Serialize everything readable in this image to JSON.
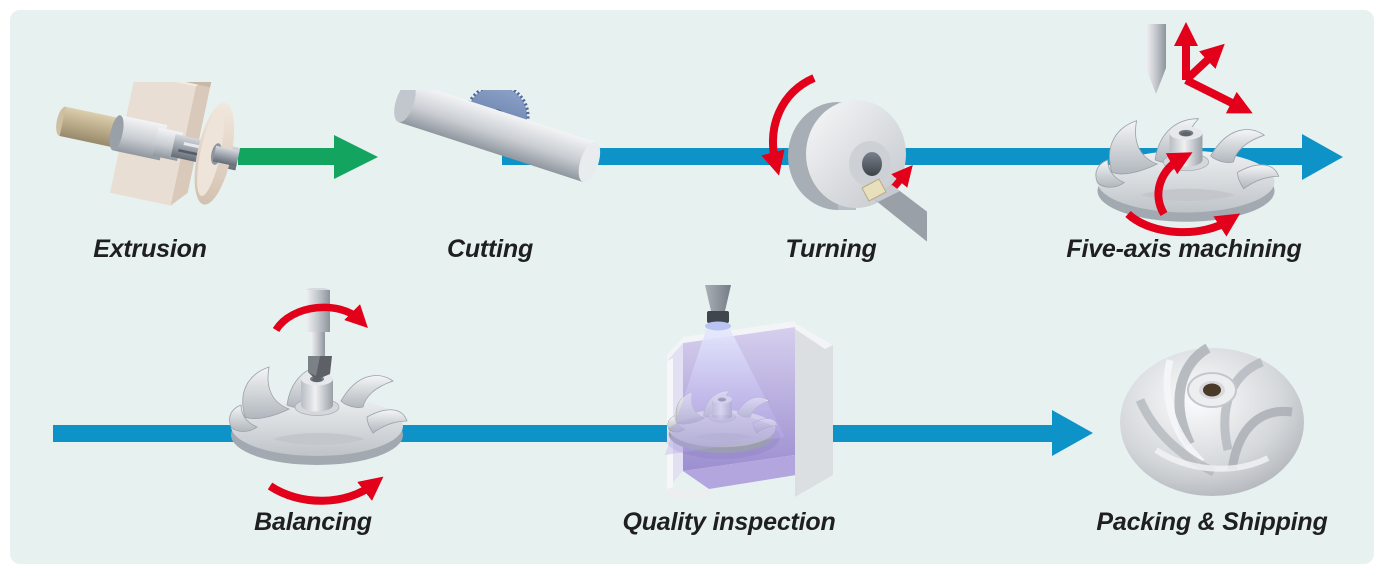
{
  "diagram": {
    "steps": [
      {
        "label": "Extrusion",
        "icon": "extrusion-illustration",
        "row": 1
      },
      {
        "label": "Cutting",
        "icon": "cutting-illustration",
        "row": 1
      },
      {
        "label": "Turning",
        "icon": "turning-illustration",
        "row": 1
      },
      {
        "label": "Five-axis machining",
        "icon": "five-axis-machining-illustration",
        "row": 1
      },
      {
        "label": "Balancing",
        "icon": "balancing-illustration",
        "row": 2
      },
      {
        "label": "Quality inspection",
        "icon": "quality-inspection-illustration",
        "row": 2
      },
      {
        "label": "Packing & Shipping",
        "icon": "packing-shipping-illustration",
        "row": 2
      }
    ],
    "arrows": [
      {
        "row": 1,
        "type": "start-flow-arrow",
        "color": "#13a45f"
      },
      {
        "row": 1,
        "type": "flow-arrow",
        "color": "#0e93c8"
      },
      {
        "row": 2,
        "type": "flow-arrow",
        "color": "#0e93c8"
      }
    ],
    "colors": {
      "panel_background": "#e7f2f0",
      "flow_green": "#13a45f",
      "flow_blue": "#0e93c8",
      "rotation_red": "#e2001a",
      "label_text": "#1f1f1f"
    }
  }
}
